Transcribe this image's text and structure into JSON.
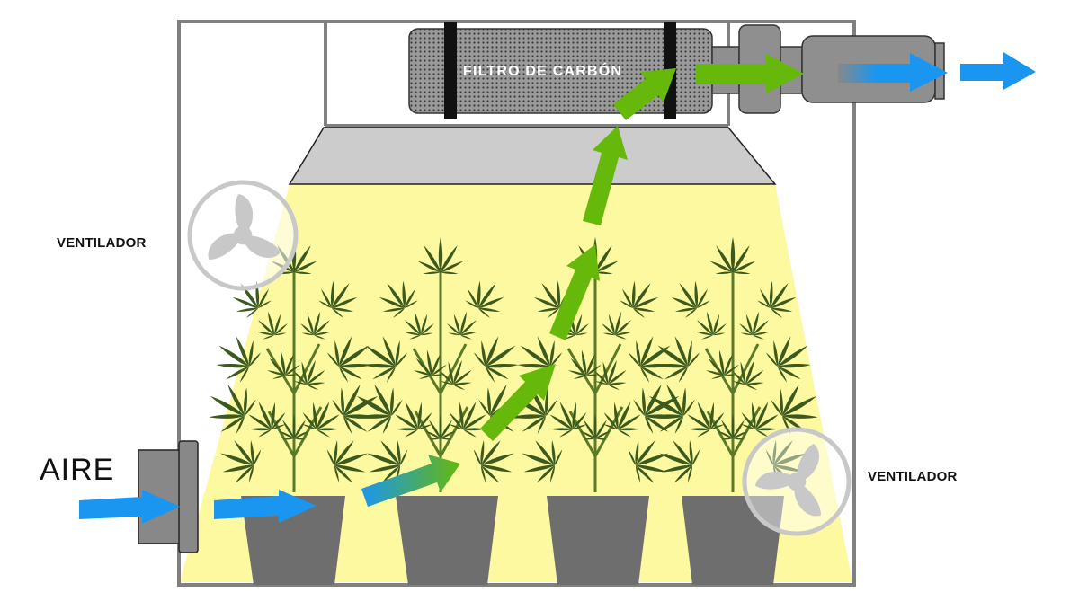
{
  "labels": {
    "fan_left": "VENTILADOR",
    "fan_right": "VENTILADOR",
    "air_in": "AIRE",
    "filter": "FILTRO DE CARBÓN"
  },
  "colors": {
    "tent_frame": "#808080",
    "light_beam": "#fdf9a0",
    "lamp": "#cccccc",
    "filter_body": "#8f8f8f",
    "pot": "#6e6e6e",
    "leaf": "#3d5a1e",
    "stem": "#5a7a2a",
    "fresh_air_arrow": "#1a96f0",
    "exhaust_arrow": "#66b80a",
    "fan": "#c8c8c8"
  },
  "plants": [
    {
      "name": "plant-1"
    },
    {
      "name": "plant-2"
    },
    {
      "name": "plant-3"
    },
    {
      "name": "plant-4"
    }
  ]
}
